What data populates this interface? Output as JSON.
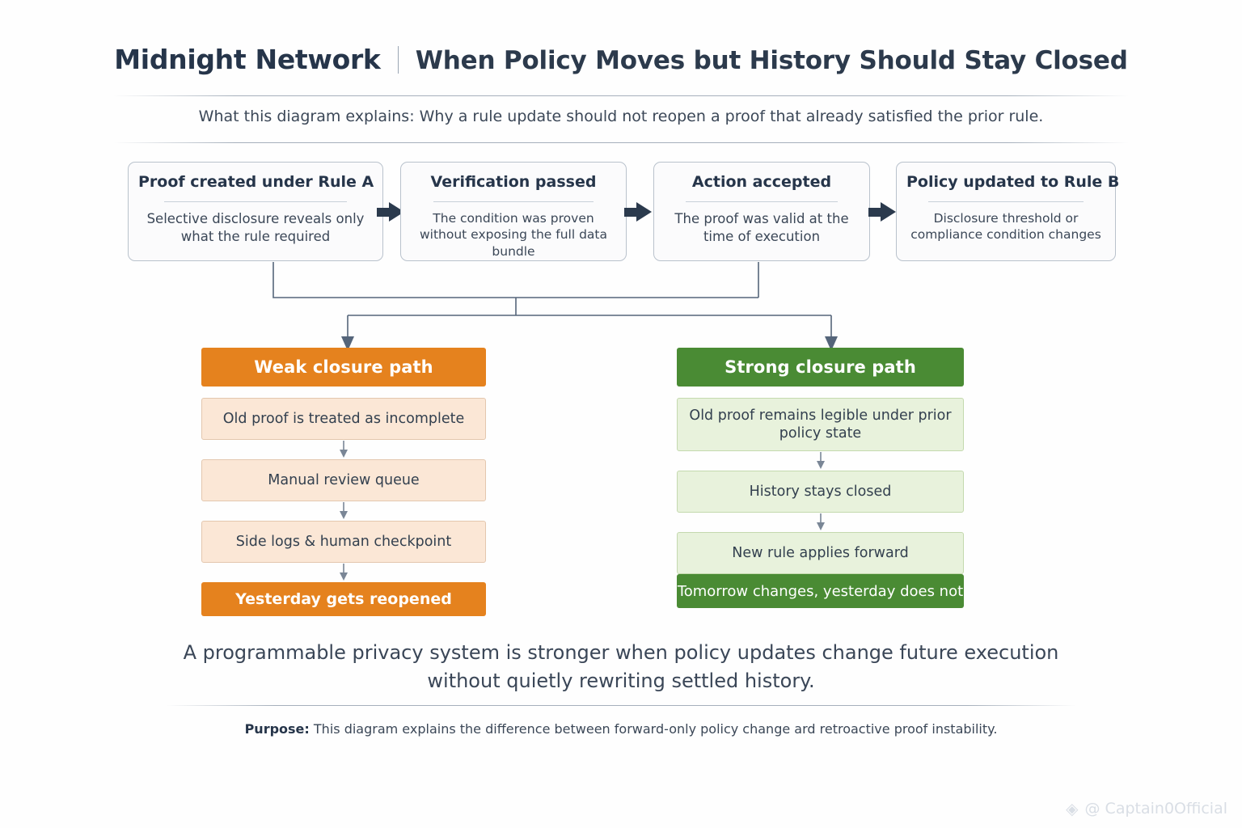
{
  "header": {
    "brand": "Midnight Network",
    "separator": "|",
    "title": "When Policy Moves but History Should Stay Closed",
    "subtitle": "What this diagram explains: Why a rule update should not reopen a proof that already satisfied the prior rule."
  },
  "stages": [
    {
      "title": "Proof created under Rule A",
      "desc": "Selective disclosure reveals only what the rule required"
    },
    {
      "title": "Verification passed",
      "desc": "The condition was proven without exposing the full data bundle"
    },
    {
      "title": "Action accepted",
      "desc": "The proof was valid at the time of execution"
    },
    {
      "title": "Policy updated to Rule B",
      "desc": "Disclosure threshold or compliance condition changes"
    }
  ],
  "paths": {
    "weak": {
      "heading": "Weak closure path",
      "color": "#e5821e",
      "tint": "#fbe7d6",
      "steps": [
        "Old proof is treated as incomplete",
        "Manual review queue",
        "Side logs & human checkpoint"
      ],
      "outcome": "Yesterday gets reopened"
    },
    "strong": {
      "heading": "Strong closure path",
      "color": "#4a8b34",
      "tint": "#e8f2dc",
      "steps": [
        "Old proof remains legible under prior policy state",
        "History stays closed",
        "New rule applies forward"
      ],
      "outcome": "Tomorrow changes, yesterday does not"
    }
  },
  "conclusion": {
    "line1": "A programmable privacy system is stronger when policy updates change future execution",
    "line2": "without quietly rewriting settled history."
  },
  "purpose": {
    "label": "Purpose:",
    "text": "This diagram explains the difference between forward-only policy change ard retroactive proof instability."
  },
  "watermark": {
    "mark": "◈",
    "text": "@ Captain0Official"
  }
}
